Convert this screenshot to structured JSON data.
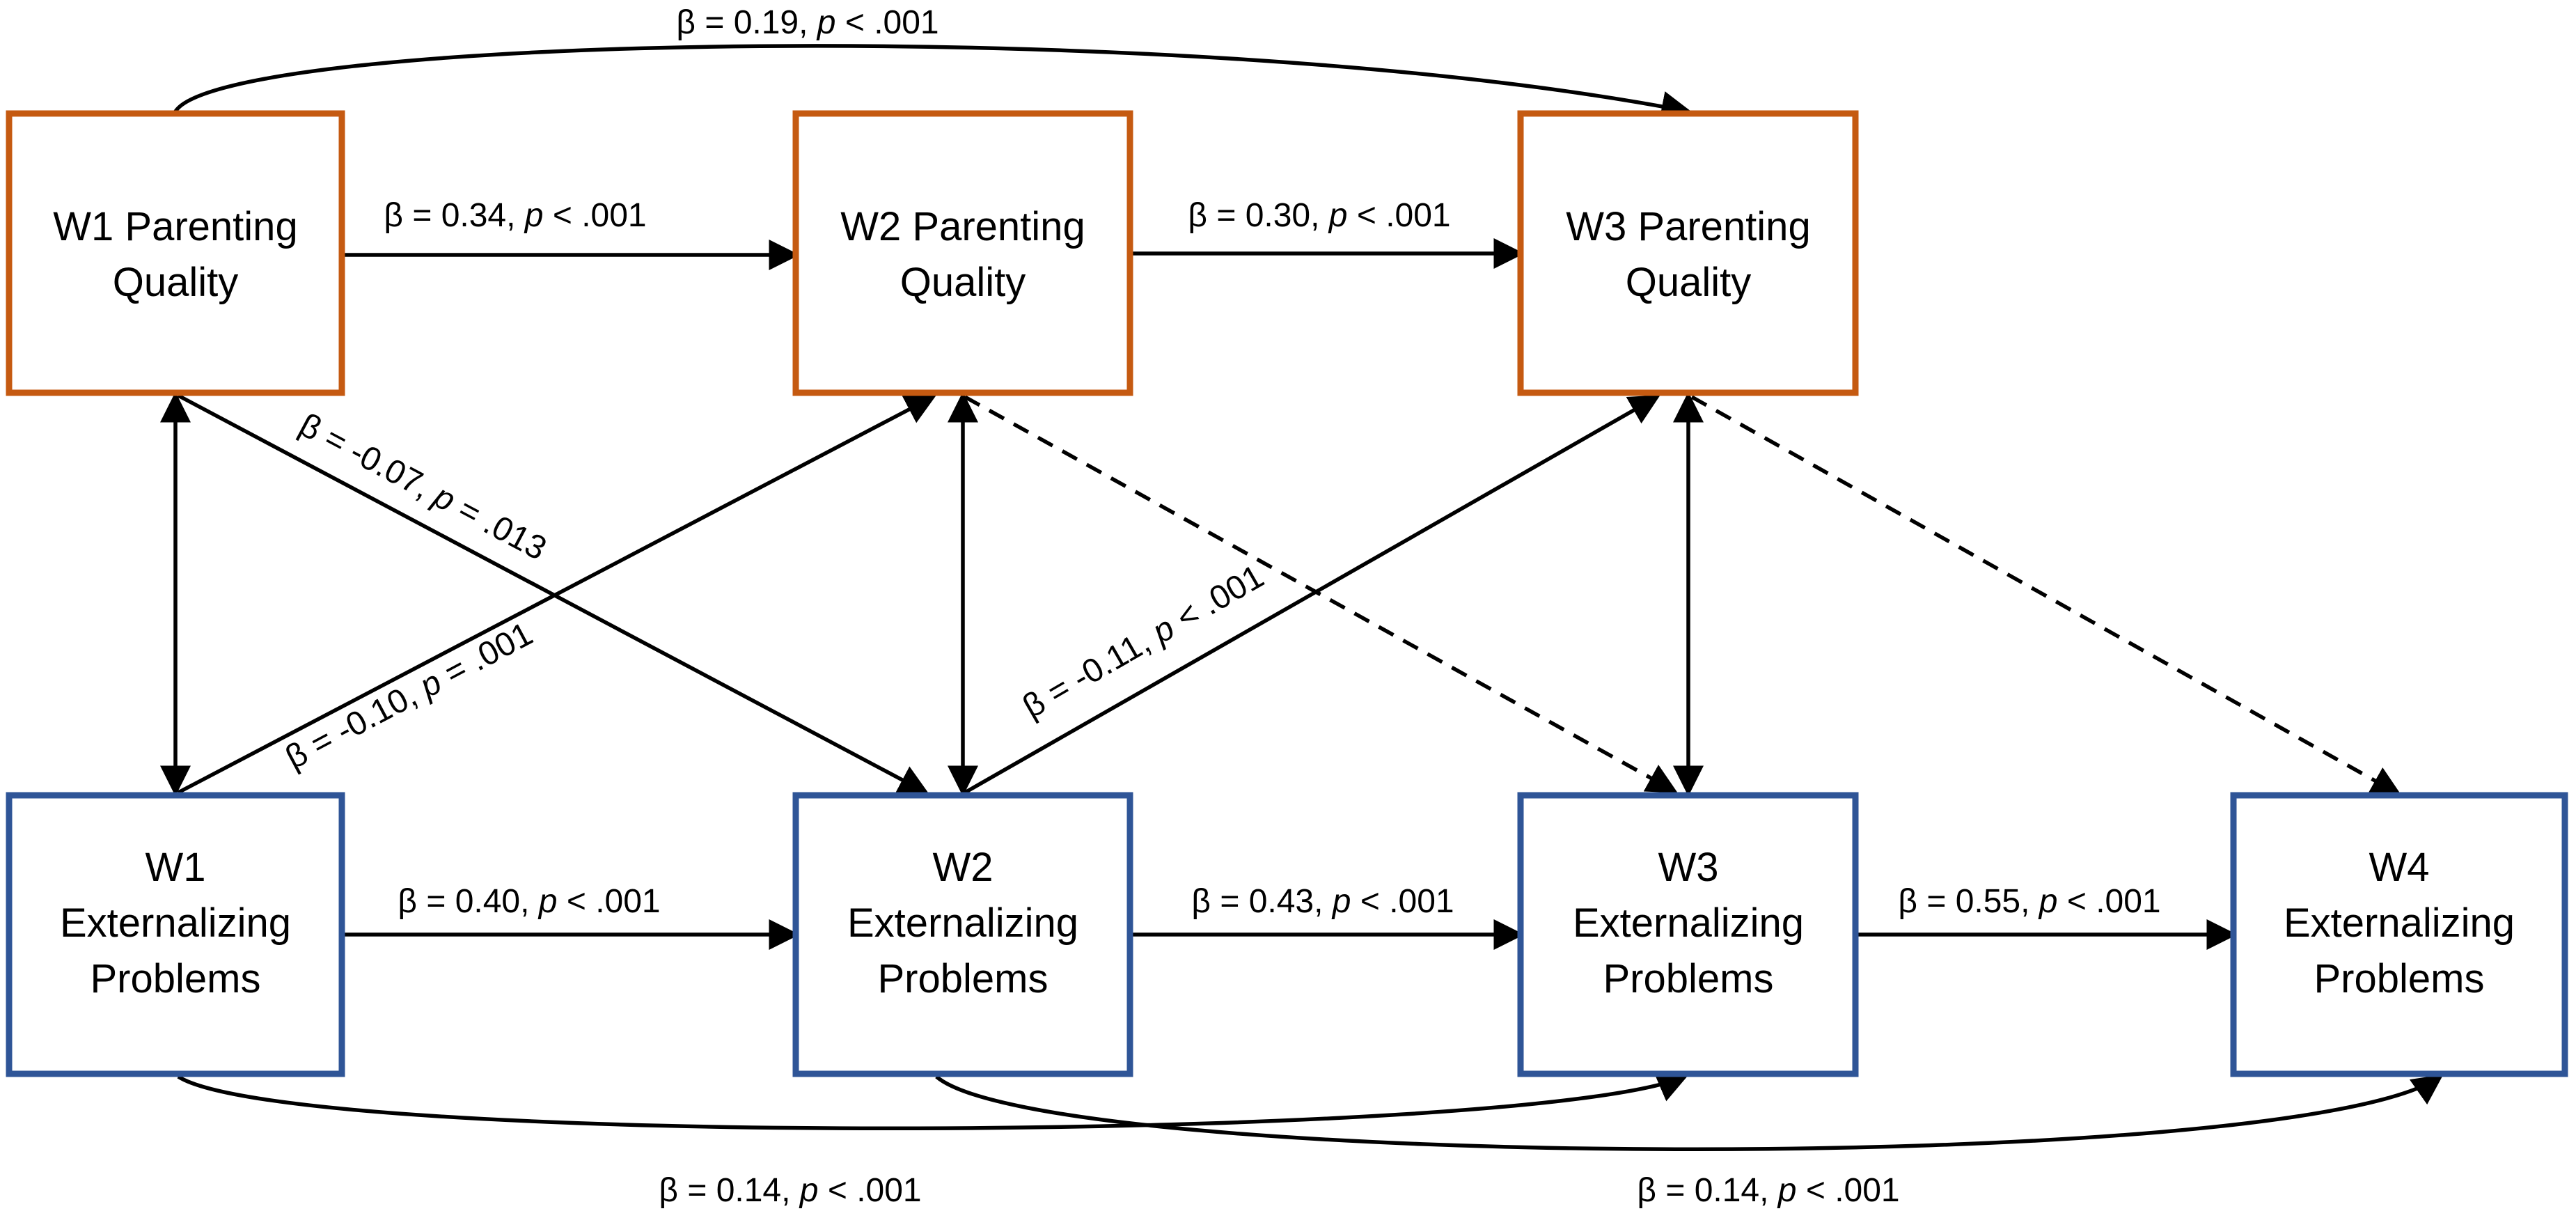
{
  "colors": {
    "parenting_border": "#c55a11",
    "externalizing_border": "#2f5597",
    "arrow": "#000000"
  },
  "nodes": {
    "w1pq": {
      "line1": "W1 Parenting",
      "line2": "Quality"
    },
    "w2pq": {
      "line1": "W2 Parenting",
      "line2": "Quality"
    },
    "w3pq": {
      "line1": "W3 Parenting",
      "line2": "Quality"
    },
    "w1ep": {
      "line1": "W1",
      "line2": "Externalizing",
      "line3": "Problems"
    },
    "w2ep": {
      "line1": "W2",
      "line2": "Externalizing",
      "line3": "Problems"
    },
    "w3ep": {
      "line1": "W3",
      "line2": "Externalizing",
      "line3": "Problems"
    },
    "w4ep": {
      "line1": "W4",
      "line2": "Externalizing",
      "line3": "Problems"
    }
  },
  "edges": {
    "w1pq_w3pq": {
      "beta": "β = 0.19, ",
      "p": "p",
      "rest": " < .001"
    },
    "w1pq_w2pq": {
      "beta": "β = 0.34, ",
      "p": "p",
      "rest": " < .001"
    },
    "w2pq_w3pq": {
      "beta": "β = 0.30, ",
      "p": "p",
      "rest": " < .001"
    },
    "w1pq_w2ep": {
      "beta": "β = -0.07, ",
      "p": "p",
      "rest": " = .013"
    },
    "w1ep_w2pq": {
      "beta": "β = -0.10, ",
      "p": "p",
      "rest": " = .001"
    },
    "w2ep_w3pq": {
      "beta": "β = -0.11, ",
      "p": "p",
      "rest": " < .001"
    },
    "w1ep_w2ep": {
      "beta": "β = 0.40, ",
      "p": "p",
      "rest": " < .001"
    },
    "w2ep_w3ep": {
      "beta": "β = 0.43, ",
      "p": "p",
      "rest": " < .001"
    },
    "w3ep_w4ep": {
      "beta": "β = 0.55, ",
      "p": "p",
      "rest": " < .001"
    },
    "w1ep_w3ep": {
      "beta": "β = 0.14, ",
      "p": "p",
      "rest": " < .001"
    },
    "w2ep_w4ep": {
      "beta": "β = 0.14, ",
      "p": "p",
      "rest": " < .001"
    }
  }
}
